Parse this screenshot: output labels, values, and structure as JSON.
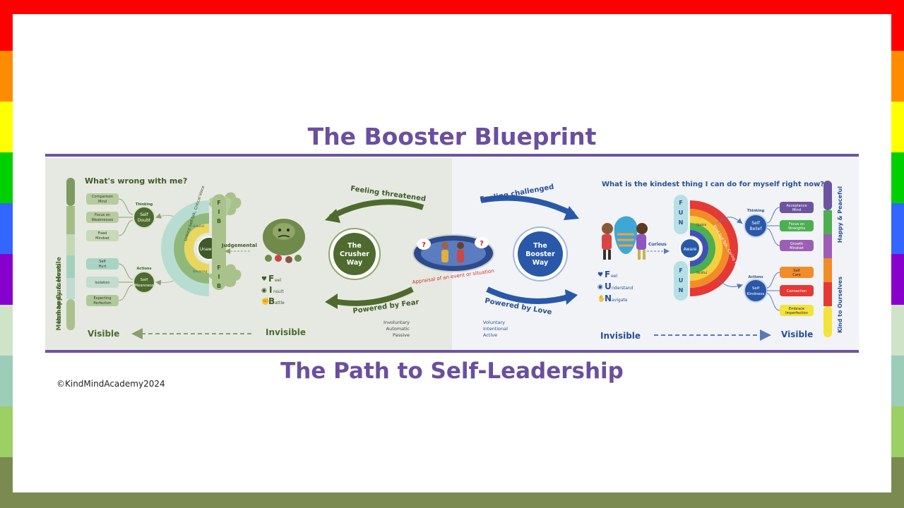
{
  "frame": {
    "stripe_colors": [
      "#ff0000",
      "#ff8c00",
      "#ffff00",
      "#00d000",
      "#3366ff",
      "#8800cc",
      "#cfe3c8",
      "#9ccdb9",
      "#9ccf64",
      "#7a8a50"
    ]
  },
  "title": "The Booster Blueprint",
  "subtitle": "The Path to Self-Leadership",
  "copyright": "©KindMindAcademy2024",
  "left": {
    "question": "What's wrong with me?",
    "side_top": "Unhappy & Hostile",
    "side_bottom": "Mean to Ourselves",
    "thinking_label": "Thinking",
    "actions_label": "Actions",
    "self_doubt": [
      "Self",
      "Doubt"
    ],
    "self_meanness": [
      "Self",
      "Meanness"
    ],
    "thinking_items": [
      [
        "Comparison",
        "Mind"
      ],
      [
        "Focus on",
        "Weaknesses"
      ],
      [
        "Fixed",
        "Mindset"
      ]
    ],
    "action_items": [
      [
        "Self",
        "Hurt"
      ],
      [
        "Isolation"
      ],
      [
        "Expecting",
        "Perfection"
      ]
    ],
    "unaware": "Unaware",
    "judgemental": "Judgemental",
    "fib_letters": [
      "F",
      "I",
      "B"
    ],
    "fib_words": [
      "eel",
      "nsult",
      "attle"
    ],
    "fib_initials": [
      "F",
      "I",
      "B"
    ],
    "visible": "Visible",
    "invisible": "Invisible",
    "arc_small_1": "Unkind",
    "arc_small_2": "Uncaring",
    "arc_text": "Unkind Self-Talk, Critical Voice"
  },
  "center": {
    "feeling_threatened": "Feeling threatened",
    "feeling_challenged": "Feeling challenged",
    "powered_by_fear": "Powered by Fear",
    "powered_by_love": "Powered by Love",
    "crusher": [
      "The",
      "Crusher",
      "Way"
    ],
    "booster": [
      "The",
      "Booster",
      "Way"
    ],
    "appraisal": "Appraisal of an event or situation",
    "left_modes": [
      "Involuntary",
      "Automatic",
      "Passive"
    ],
    "right_modes": [
      "Voluntary",
      "Intentional",
      "Active"
    ]
  },
  "right": {
    "question": "What is the kindest thing I can do for myself right now?",
    "side_top": "Happy & Peaceful",
    "side_bottom": "Kind to Ourselves",
    "thinking_label": "Thinking",
    "actions_label": "Actions",
    "self_belief": [
      "Self",
      "Belief"
    ],
    "self_kindness": [
      "Self",
      "Kindness"
    ],
    "thinking_items": [
      [
        "Acceptance",
        "Mind"
      ],
      [
        "Focus on",
        "Strengths"
      ],
      [
        "Growth",
        "Mindset"
      ]
    ],
    "action_items": [
      [
        "Self",
        "Care"
      ],
      [
        "Connection"
      ],
      [
        "Embrace",
        "Imperfection"
      ]
    ],
    "aware": "Aware",
    "curious": "Curious",
    "fun_letters": [
      "F",
      "U",
      "N"
    ],
    "fun_words": [
      "eel",
      "nderstand",
      "avigate"
    ],
    "fun_initials": [
      "F",
      "U",
      "N"
    ],
    "visible": "Visible",
    "invisible": "Invisible",
    "arc_small_1": "Stable",
    "arc_small_2": "Skillful",
    "arc_text": "Kind Self-Talk, Caring Voice"
  }
}
